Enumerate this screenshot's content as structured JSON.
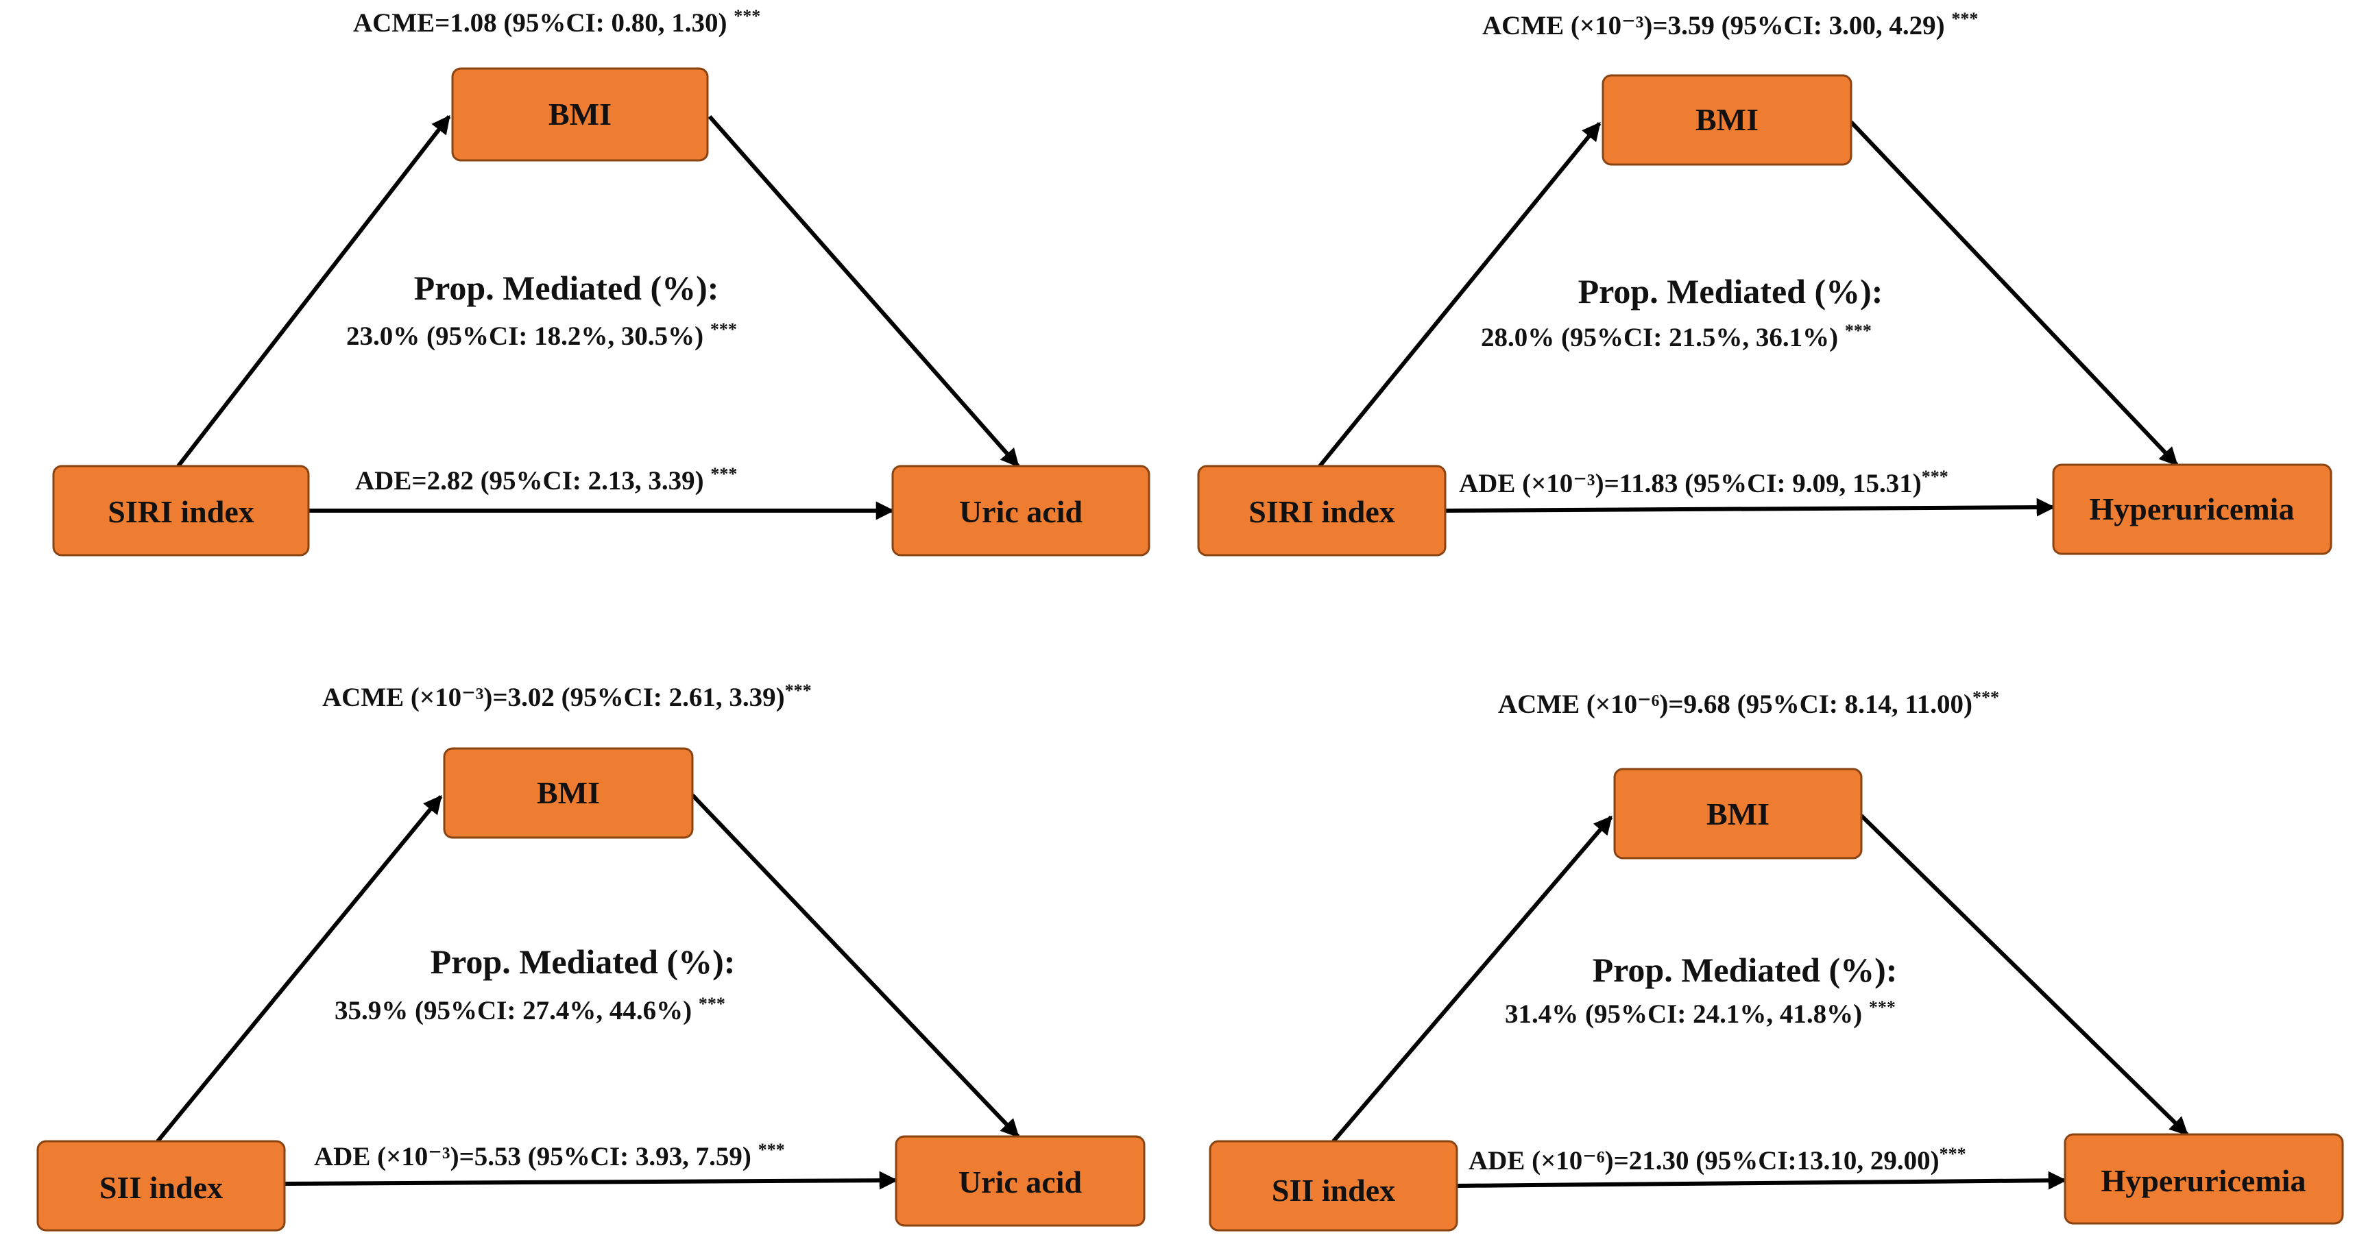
{
  "colors": {
    "box_fill": "#ee7d31",
    "box_stroke": "#8a4412",
    "line": "#000000"
  },
  "panels": [
    {
      "mediator": "BMI",
      "exposure": "SIRI index",
      "outcome": "Uric acid",
      "acme": "ACME=1.08 (95%CI: 0.80, 1.30) ",
      "acme_sig": "***",
      "prop_title": "Prop. Mediated (%):",
      "prop_value": "23.0% (95%CI: 18.2%, 30.5%) ",
      "prop_sig": "***",
      "ade": "ADE=2.82 (95%CI: 2.13, 3.39) ",
      "ade_sig": "***"
    },
    {
      "mediator": "BMI",
      "exposure": "SIRI index",
      "outcome": "Hyperuricemia",
      "acme": "ACME (×10⁻³)=3.59 (95%CI: 3.00, 4.29) ",
      "acme_sig": "***",
      "prop_title": "Prop. Mediated (%):",
      "prop_value": "28.0% (95%CI: 21.5%, 36.1%) ",
      "prop_sig": "***",
      "ade": "ADE (×10⁻³)=11.83 (95%CI: 9.09, 15.31)",
      "ade_sig": "***"
    },
    {
      "mediator": "BMI",
      "exposure": "SII index",
      "outcome": "Uric acid",
      "acme": "ACME (×10⁻³)=3.02 (95%CI: 2.61, 3.39)",
      "acme_sig": "***",
      "prop_title": "Prop. Mediated (%):",
      "prop_value": "35.9% (95%CI: 27.4%, 44.6%) ",
      "prop_sig": "***",
      "ade": "ADE (×10⁻³)=5.53 (95%CI: 3.93, 7.59) ",
      "ade_sig": "***"
    },
    {
      "mediator": "BMI",
      "exposure": "SII index",
      "outcome": "Hyperuricemia",
      "acme": "ACME (×10⁻⁶)=9.68 (95%CI: 8.14, 11.00)",
      "acme_sig": "***",
      "prop_title": "Prop. Mediated (%):",
      "prop_value": "31.4% (95%CI: 24.1%, 41.8%) ",
      "prop_sig": "***",
      "ade": "ADE (×10⁻⁶)=21.30 (95%CI:13.10, 29.00)",
      "ade_sig": "***"
    }
  ]
}
